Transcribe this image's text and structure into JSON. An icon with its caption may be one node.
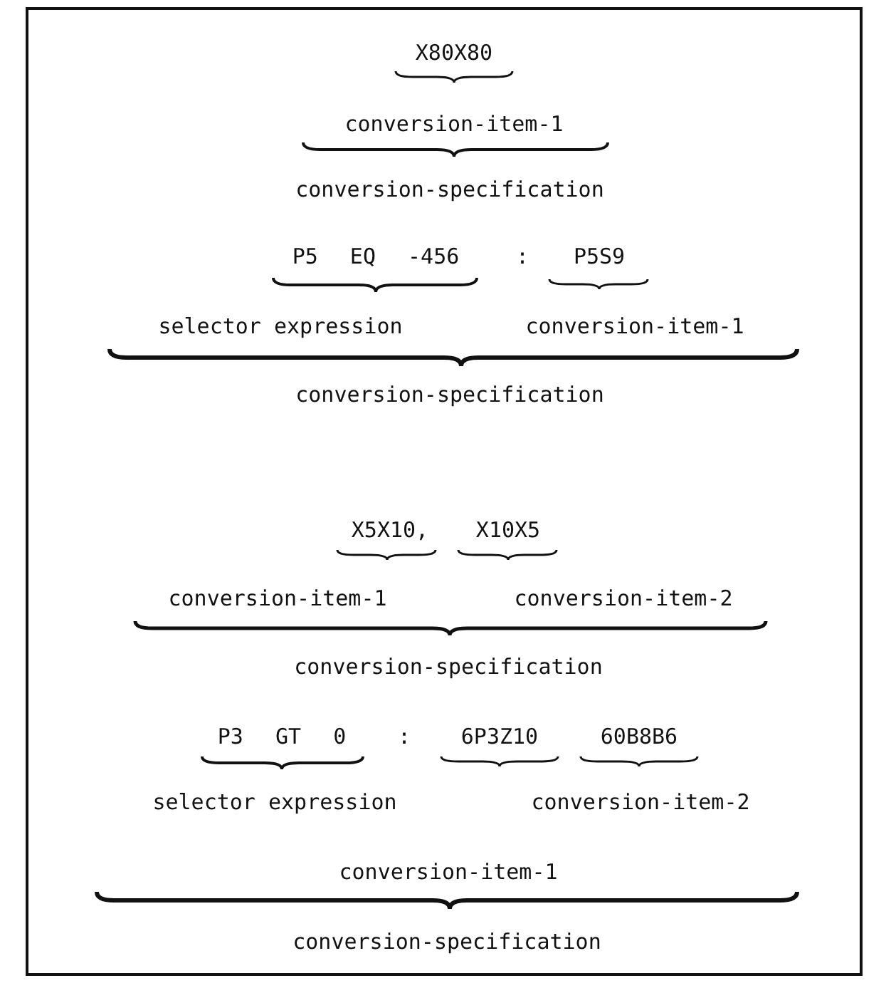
{
  "diagram": {
    "labels": [
      "X80X80",
      "conversion-item-1",
      "conversion-specification",
      "P5 EQ -456",
      ":",
      "P5S9",
      "selector expression",
      "conversion-item-1",
      "conversion-specification",
      "X5X10,",
      "X10X5",
      "conversion-item-1",
      "conversion-item-2",
      "conversion-specification",
      "P3 GT 0",
      ":",
      "6P3Z10",
      "60B8B6",
      "selector expression",
      "conversion-item-2",
      "conversion-item-1",
      "conversion-specification"
    ]
  }
}
